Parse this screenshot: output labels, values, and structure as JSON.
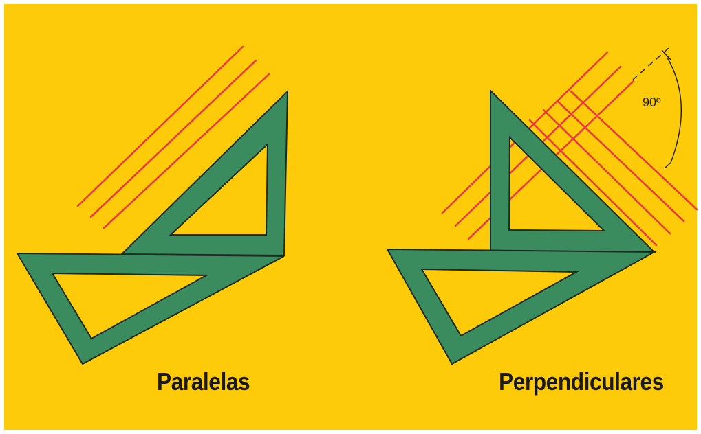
{
  "colors": {
    "background": "#FECB0A",
    "border": "#ffffff",
    "square_fill": "#3A8C5F",
    "square_edge": "#1d2b22",
    "line": "#E83A3A",
    "text": "#1a1a1a"
  },
  "panels": [
    {
      "caption": "Paralelas",
      "icon": "set-squares-parallel-lines"
    },
    {
      "caption": "Perpendiculares",
      "icon": "set-squares-perpendicular-lines",
      "angle_label": "90º"
    }
  ]
}
